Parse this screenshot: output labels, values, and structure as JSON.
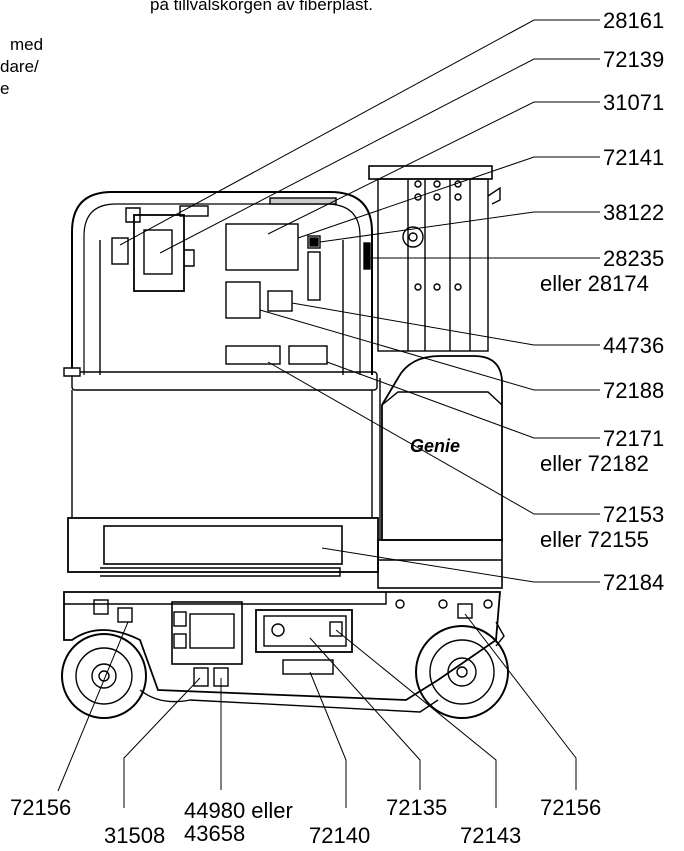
{
  "caption_top": "på tillvalskorgen av fiberplast.",
  "side_note": [
    "med",
    "dare/",
    "e"
  ],
  "brand_logo": "Genie",
  "callouts_right": [
    {
      "id": "c28161",
      "text": "28161"
    },
    {
      "id": "c72139",
      "text": "72139"
    },
    {
      "id": "c31071",
      "text": "31071"
    },
    {
      "id": "c72141",
      "text": "72141"
    },
    {
      "id": "c38122",
      "text": "38122"
    },
    {
      "id": "c28235",
      "text": "28235"
    },
    {
      "id": "c28174",
      "text": "eller 28174"
    },
    {
      "id": "c44736",
      "text": "44736"
    },
    {
      "id": "c72188",
      "text": "72188"
    },
    {
      "id": "c72171",
      "text": "72171"
    },
    {
      "id": "c72182",
      "text": "eller 72182"
    },
    {
      "id": "c72153",
      "text": "72153"
    },
    {
      "id": "c72155",
      "text": "eller 72155"
    },
    {
      "id": "c72184",
      "text": "72184"
    }
  ],
  "callouts_bottom": [
    {
      "id": "b72156a",
      "text": "72156"
    },
    {
      "id": "b31508",
      "text": "31508"
    },
    {
      "id": "b44980",
      "text": "44980 eller"
    },
    {
      "id": "b43658",
      "text": "43658"
    },
    {
      "id": "b72140",
      "text": "72140"
    },
    {
      "id": "b72135",
      "text": "72135"
    },
    {
      "id": "b72143",
      "text": "72143"
    },
    {
      "id": "b72156b",
      "text": "72156"
    }
  ]
}
